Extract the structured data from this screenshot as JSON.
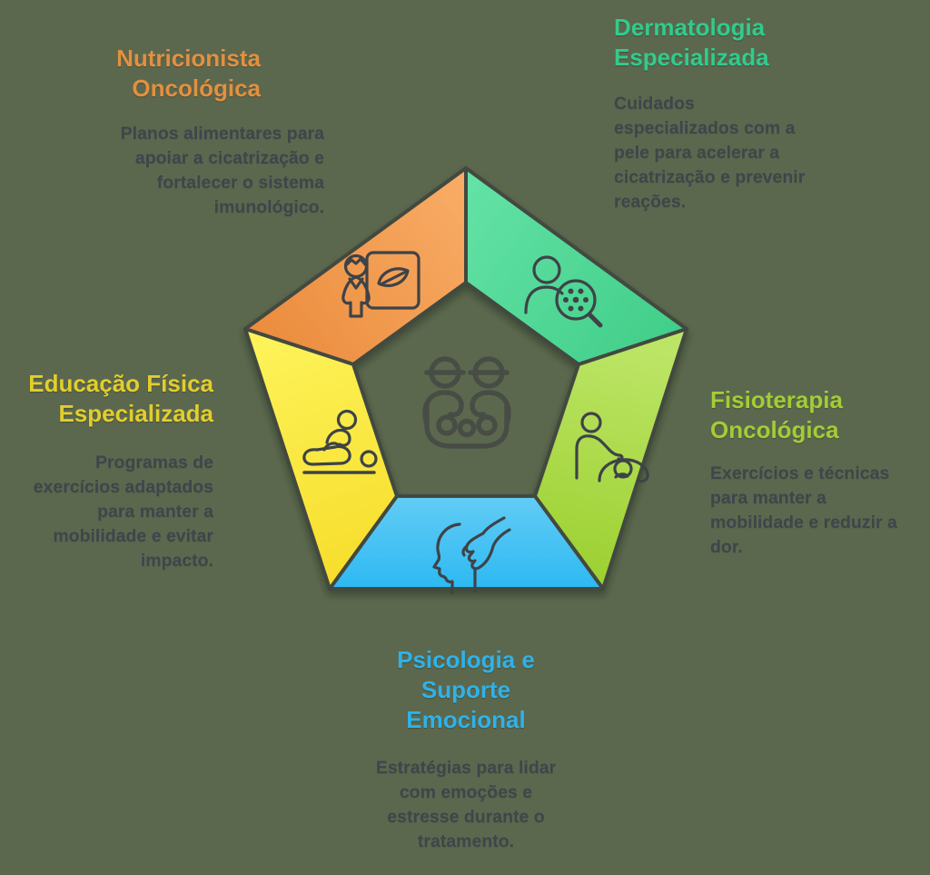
{
  "background_color": "#5C684E",
  "pentagon_stroke_color": "#42483F",
  "body_text_color": "#3E464B",
  "center_icon": "care-team-icon",
  "sections": [
    {
      "id": "nutricionista",
      "position": "top-left",
      "title_lines": [
        "Nutricionista",
        "Oncológica"
      ],
      "title_color": "#E3903F",
      "description_lines": [
        "Planos alimentares para",
        "apoiar a cicatrização e",
        "fortalecer o sistema",
        "imunológico."
      ],
      "segment_gradient": [
        "#E98939",
        "#F9AC66"
      ],
      "icon": "nutritionist-diet-board-icon"
    },
    {
      "id": "dermatologia",
      "position": "top-right",
      "title_lines": [
        "Dermatologia",
        "Especializada"
      ],
      "title_color": "#31CB8D",
      "description_lines": [
        "Cuidados",
        "especializados com a",
        "pele para acelerar a",
        "cicatrização e prevenir",
        "reações."
      ],
      "segment_gradient": [
        "#63E2A6",
        "#3ECC86"
      ],
      "icon": "skin-exam-magnifier-icon"
    },
    {
      "id": "fisioterapia",
      "position": "right",
      "title_lines": [
        "Fisioterapia",
        "Oncológica"
      ],
      "title_color": "#A3CC37",
      "description_lines": [
        "Exercícios e técnicas",
        "para manter a",
        "mobilidade e reduzir a",
        "dor."
      ],
      "segment_gradient": [
        "#BCE566",
        "#9CD030"
      ],
      "icon": "physiotherapy-massage-icon"
    },
    {
      "id": "psicologia",
      "position": "bottom",
      "title_lines": [
        "Psicologia e",
        "Suporte",
        "Emocional"
      ],
      "title_color": "#2FB2E8",
      "description_lines": [
        "Estratégias para lidar",
        "com emoções e",
        "estresse durante o",
        "tratamento."
      ],
      "segment_gradient": [
        "#66CDF5",
        "#29B8F2"
      ],
      "icon": "head-comfort-hand-icon"
    },
    {
      "id": "educacao",
      "position": "left",
      "title_lines": [
        "Educação Física",
        "Especializada"
      ],
      "title_color": "#E2CE2D",
      "description_lines": [
        "Programas de",
        "exercícios adaptados",
        "para manter a",
        "mobilidade e evitar",
        "impacto."
      ],
      "segment_gradient": [
        "#FDF258",
        "#F6DC27"
      ],
      "icon": "adapted-exercise-icon"
    }
  ]
}
